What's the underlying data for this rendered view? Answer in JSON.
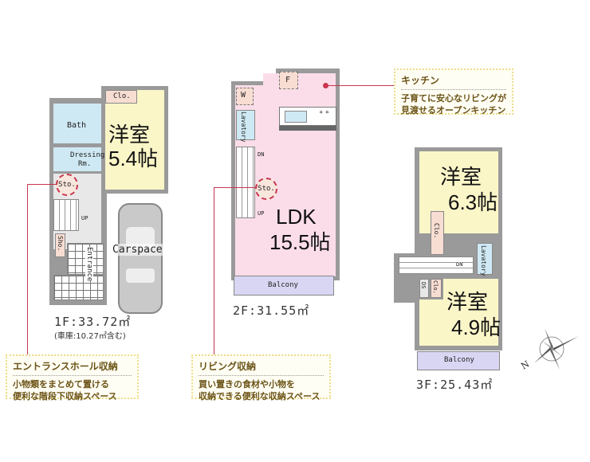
{
  "floors": {
    "f1": {
      "area_label": "1F:33.72㎡",
      "area_note": "(車庫:10.27㎡含む)",
      "rooms": {
        "western_room": {
          "name": "洋室",
          "size": "5.4帖"
        },
        "closet": "Clo.",
        "bath": "Bath",
        "dressing": "Dressing",
        "dressing2": "Rm.",
        "storage": "Sto.",
        "shoes": "Sho.",
        "entrance": "Entrance",
        "stairs_up": "UP",
        "carspace": "Carspace"
      }
    },
    "f2": {
      "area_label": "2F:31.55㎡",
      "rooms": {
        "ldk": {
          "name": "LDK",
          "size": "15.5帖"
        },
        "fridge": "F",
        "washer": "W",
        "lavatory": "Lavatory",
        "storage": "Sto.",
        "stairs_dn": "DN",
        "stairs_up": "UP",
        "balcony": "Balcony"
      }
    },
    "f3": {
      "area_label": "3F:25.43㎡",
      "rooms": {
        "room_a": {
          "name": "洋室",
          "size": "6.3帖"
        },
        "room_b": {
          "name": "洋室",
          "size": "4.9帖"
        },
        "closet_a": "Clo.",
        "closet_b": "Clo.",
        "shelf": "DS",
        "lavatory": "Lavatory",
        "stairs_dn": "DN",
        "balcony": "Balcony"
      }
    }
  },
  "callouts": {
    "kitchen": {
      "title": "キッチン",
      "line1": "子育てに安心なリビングが",
      "line2": "見渡せるオープンキッチン"
    },
    "entrance_storage": {
      "title": "エントランスホール収納",
      "line1": "小物類をまとめて置ける",
      "line2": "便利な階段下収納スペース"
    },
    "living_storage": {
      "title": "リビング収納",
      "line1": "買い置きの食材や小物を",
      "line2": "収納できる便利な収納スペース"
    }
  },
  "compass": {
    "north_label": "N"
  },
  "colors": {
    "wall": "#9a9a9a",
    "bedroom": "#fbf6c8",
    "ldk": "#fbdde9",
    "wet": "#cfe9f4",
    "balcony": "#d8d6f2",
    "leader": "#c8364f",
    "callout_text": "#6b5316"
  }
}
